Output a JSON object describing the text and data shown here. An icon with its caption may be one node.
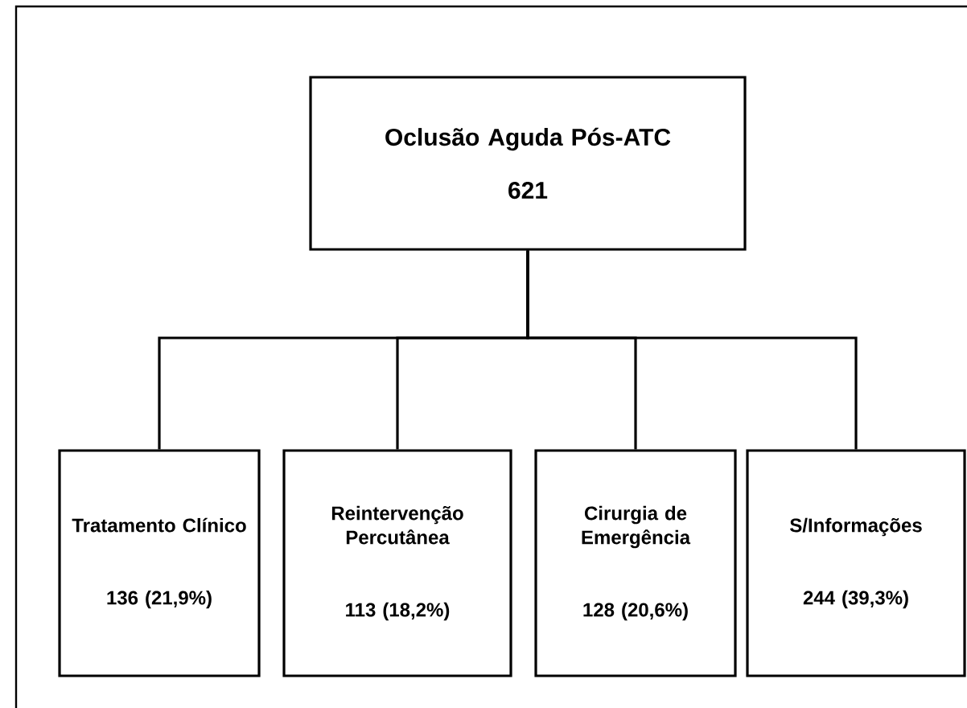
{
  "diagram": {
    "nodes": [
      {
        "text": [
          "Oclusão Aguda Pós-ATC",
          "621"
        ]
      },
      {
        "text": [
          "Tratamento Clínico",
          "136 (21,9%)"
        ]
      },
      {
        "text": [
          "Reintervenção Percutânea",
          "113 (18,2%)"
        ]
      },
      {
        "text": [
          "Cirurgia de Emergência",
          "128 (20,6%)"
        ]
      },
      {
        "text": [
          "S/Informações",
          "244 (39,3%)"
        ]
      }
    ],
    "edges": [
      {
        "from": 0,
        "to": 1,
        "arrow": "none"
      },
      {
        "from": 0,
        "to": 2,
        "arrow": "none"
      },
      {
        "from": 0,
        "to": 3,
        "arrow": "none"
      },
      {
        "from": 0,
        "to": 4,
        "arrow": "none"
      }
    ]
  }
}
